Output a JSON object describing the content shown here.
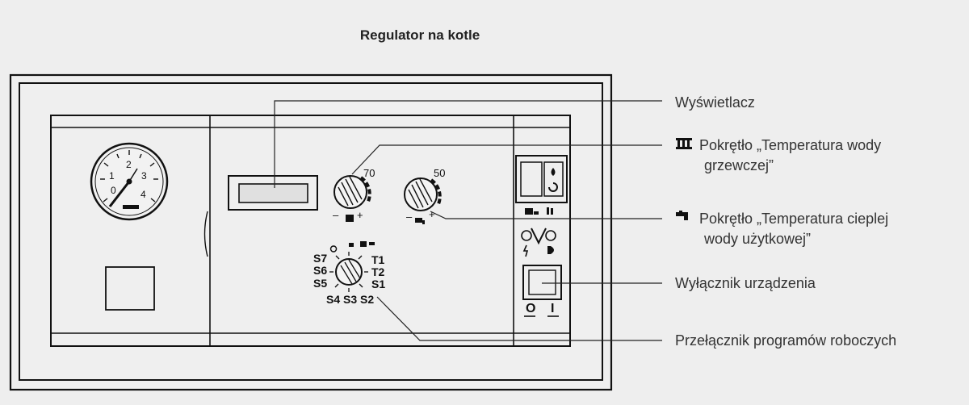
{
  "title": "Regulator na kotle",
  "callouts": {
    "display": "Wyświetlacz",
    "heating_knob_line1": "Pokrętło „Temperatura wody",
    "heating_knob_line2": "grzewczej”",
    "dhw_knob_line1": "Pokrętło „Temperatura cieplej",
    "dhw_knob_line2": "wody użytkowej”",
    "main_switch": "Wyłącznik urządzenia",
    "program_selector": "Przełącznik programów roboczych"
  },
  "gauge": {
    "ticks": [
      "0",
      "1",
      "2",
      "3",
      "4"
    ]
  },
  "heating_knob": {
    "value": "70",
    "minus": "–",
    "plus": "+"
  },
  "dhw_knob": {
    "value": "50",
    "minus": "–",
    "plus": "+"
  },
  "program_selector": {
    "left": [
      "S7",
      "S6",
      "S5"
    ],
    "right": [
      "T1",
      "T2",
      "S1"
    ],
    "bottom": [
      "S4",
      "S3",
      "S2"
    ]
  },
  "switch_labels": {
    "off": "O",
    "on": "I"
  },
  "icons": {
    "heating": "radiator-icon",
    "dhw": "tap-icon",
    "flame": "flame-icon",
    "pump": "pump-icon",
    "reset": "reset-icon",
    "logo": "viessmann-v-icon"
  },
  "colors": {
    "background": "#eeeeee",
    "line": "#111111",
    "text": "#333333"
  }
}
